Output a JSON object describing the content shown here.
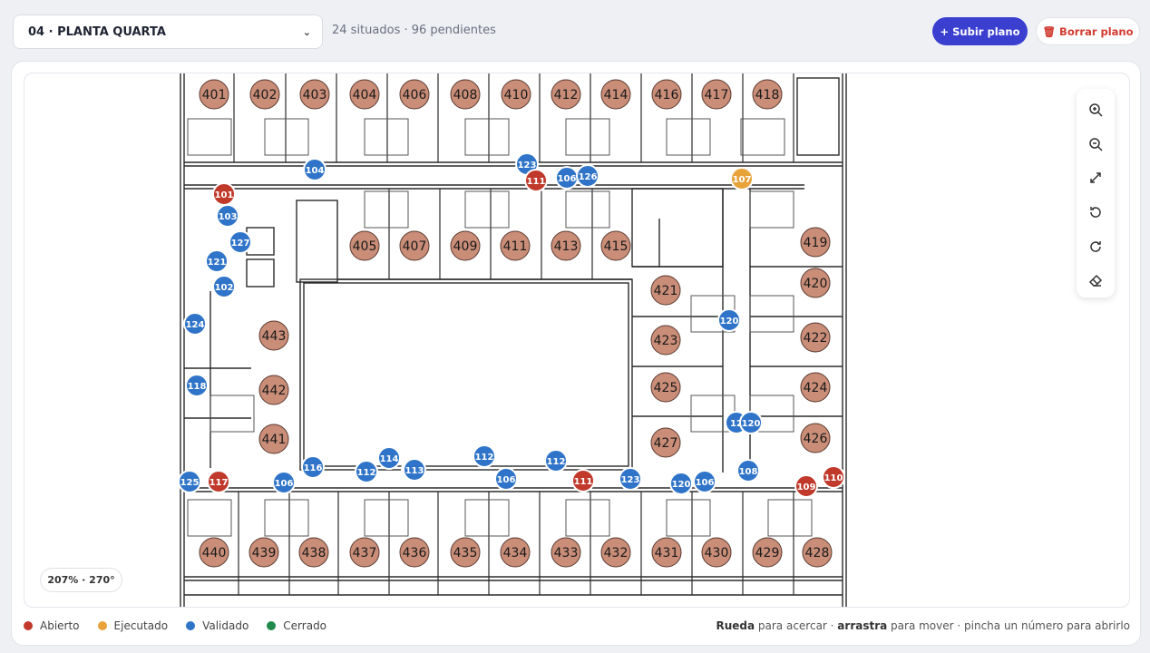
{
  "header": {
    "floor_select_value": "04 · PLANTA QUARTA",
    "counts": "24 situados · 96 pendientes",
    "upload_label": "+ Subir plano",
    "delete_label": "🗑 Borrar plano"
  },
  "zoom_chip": "207% · 270°",
  "tools": [
    "zoom-in-icon",
    "zoom-out-icon",
    "fit-icon",
    "rotate-left-icon",
    "rotate-right-icon",
    "eraser-icon"
  ],
  "legend": [
    {
      "label": "Abierto",
      "color": "#c0392b"
    },
    {
      "label": "Ejecutado",
      "color": "#e8a23a"
    },
    {
      "label": "Validado",
      "color": "#2f74c8"
    },
    {
      "label": "Cerrado",
      "color": "#1f8a4c"
    }
  ],
  "hint": {
    "k1": "Rueda",
    "t1": " para acercar · ",
    "k2": "arrastra",
    "t2": " para mover · pincha un número para abrirlo"
  },
  "colors": {
    "room": "#c98d78",
    "open": "#c0392b",
    "executed": "#e8a23a",
    "validated": "#2f74c8"
  },
  "rooms": [
    {
      "n": "401"
    },
    {
      "n": "402"
    },
    {
      "n": "403"
    },
    {
      "n": "404"
    },
    {
      "n": "406"
    },
    {
      "n": "408"
    },
    {
      "n": "410"
    },
    {
      "n": "412"
    },
    {
      "n": "414"
    },
    {
      "n": "416"
    },
    {
      "n": "417"
    },
    {
      "n": "418"
    },
    {
      "n": "405"
    },
    {
      "n": "407"
    },
    {
      "n": "409"
    },
    {
      "n": "411"
    },
    {
      "n": "413"
    },
    {
      "n": "415"
    },
    {
      "n": "419"
    },
    {
      "n": "421"
    },
    {
      "n": "420"
    },
    {
      "n": "423"
    },
    {
      "n": "422"
    },
    {
      "n": "425"
    },
    {
      "n": "424"
    },
    {
      "n": "427"
    },
    {
      "n": "426"
    },
    {
      "n": "443"
    },
    {
      "n": "442"
    },
    {
      "n": "441"
    },
    {
      "n": "440"
    },
    {
      "n": "439"
    },
    {
      "n": "438"
    },
    {
      "n": "437"
    },
    {
      "n": "436"
    },
    {
      "n": "435"
    },
    {
      "n": "434"
    },
    {
      "n": "433"
    },
    {
      "n": "432"
    },
    {
      "n": "431"
    },
    {
      "n": "430"
    },
    {
      "n": "429"
    },
    {
      "n": "428"
    }
  ],
  "pins": [
    {
      "n": "104",
      "s": "validated"
    },
    {
      "n": "123",
      "s": "validated"
    },
    {
      "n": "111",
      "s": "open"
    },
    {
      "n": "106",
      "s": "validated"
    },
    {
      "n": "126",
      "s": "validated"
    },
    {
      "n": "107",
      "s": "executed"
    },
    {
      "n": "101",
      "s": "open"
    },
    {
      "n": "103",
      "s": "validated"
    },
    {
      "n": "127",
      "s": "validated"
    },
    {
      "n": "121",
      "s": "validated"
    },
    {
      "n": "102",
      "s": "validated"
    },
    {
      "n": "124",
      "s": "validated"
    },
    {
      "n": "118",
      "s": "validated"
    },
    {
      "n": "120",
      "s": "validated"
    },
    {
      "n": "12",
      "s": "validated"
    },
    {
      "n": "120",
      "s": "validated"
    },
    {
      "n": "114",
      "s": "validated"
    },
    {
      "n": "113",
      "s": "validated"
    },
    {
      "n": "116",
      "s": "validated"
    },
    {
      "n": "112",
      "s": "validated"
    },
    {
      "n": "113",
      "s": "validated"
    },
    {
      "n": "112",
      "s": "validated"
    },
    {
      "n": "106",
      "s": "validated"
    },
    {
      "n": "112",
      "s": "validated"
    },
    {
      "n": "125",
      "s": "validated"
    },
    {
      "n": "117",
      "s": "open"
    },
    {
      "n": "106",
      "s": "validated"
    },
    {
      "n": "111",
      "s": "open"
    },
    {
      "n": "123",
      "s": "validated"
    },
    {
      "n": "120",
      "s": "validated"
    },
    {
      "n": "106",
      "s": "validated"
    },
    {
      "n": "108",
      "s": "validated"
    },
    {
      "n": "109",
      "s": "open"
    },
    {
      "n": "110",
      "s": "open"
    }
  ]
}
